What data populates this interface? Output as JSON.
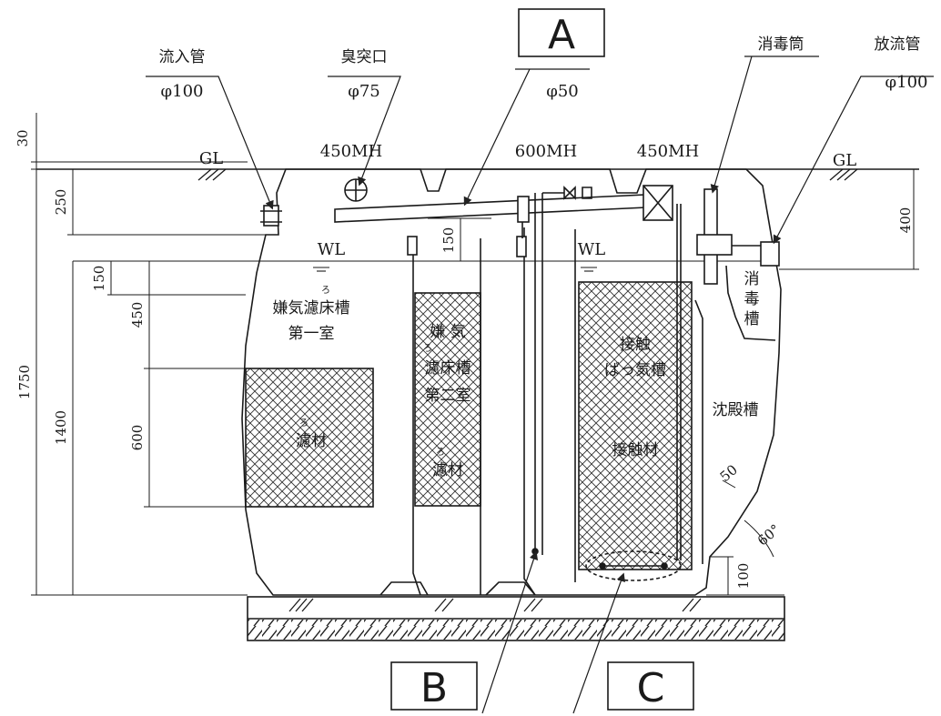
{
  "callouts": {
    "A": "A",
    "B": "B",
    "C": "C"
  },
  "pipes": {
    "inflow_label": "流入管",
    "inflow_size": "φ100",
    "vent_label": "臭突口",
    "vent_size": "φ75",
    "air_size": "φ50",
    "disinfect_cyl_label": "消毒筒",
    "outflow_label": "放流管",
    "outflow_size": "φ100"
  },
  "manholes": {
    "mh1": "450MH",
    "mh2": "600MH",
    "mh3": "450MH"
  },
  "levels": {
    "gl_left": "GL",
    "gl_right": "GL",
    "wl_left": "WL",
    "wl_right": "WL"
  },
  "dimensions": {
    "d30": "30",
    "d250": "250",
    "d1750": "1750",
    "d1400": "1400",
    "d150_left": "150",
    "d450": "450",
    "d600": "600",
    "d150_mid": "150",
    "d400": "400",
    "d50": "50",
    "d100": "100",
    "angle": "60°"
  },
  "chambers": {
    "ch1_line1": "嫌気濾床槽",
    "ch1_line2": "第一室",
    "ch1_media": "濾材",
    "ch2_line1": "嫌 気",
    "ch2_line2": "濾床槽",
    "ch2_line3": "第二室",
    "ch2_media": "濾材",
    "ch3_line1": "接触",
    "ch3_line2": "ばっ気槽",
    "ch3_media": "接触材",
    "settling": "沈殿槽",
    "disinfect_tank_1": "消",
    "disinfect_tank_2": "毒",
    "disinfect_tank_3": "槽",
    "ruby": "ろ"
  }
}
